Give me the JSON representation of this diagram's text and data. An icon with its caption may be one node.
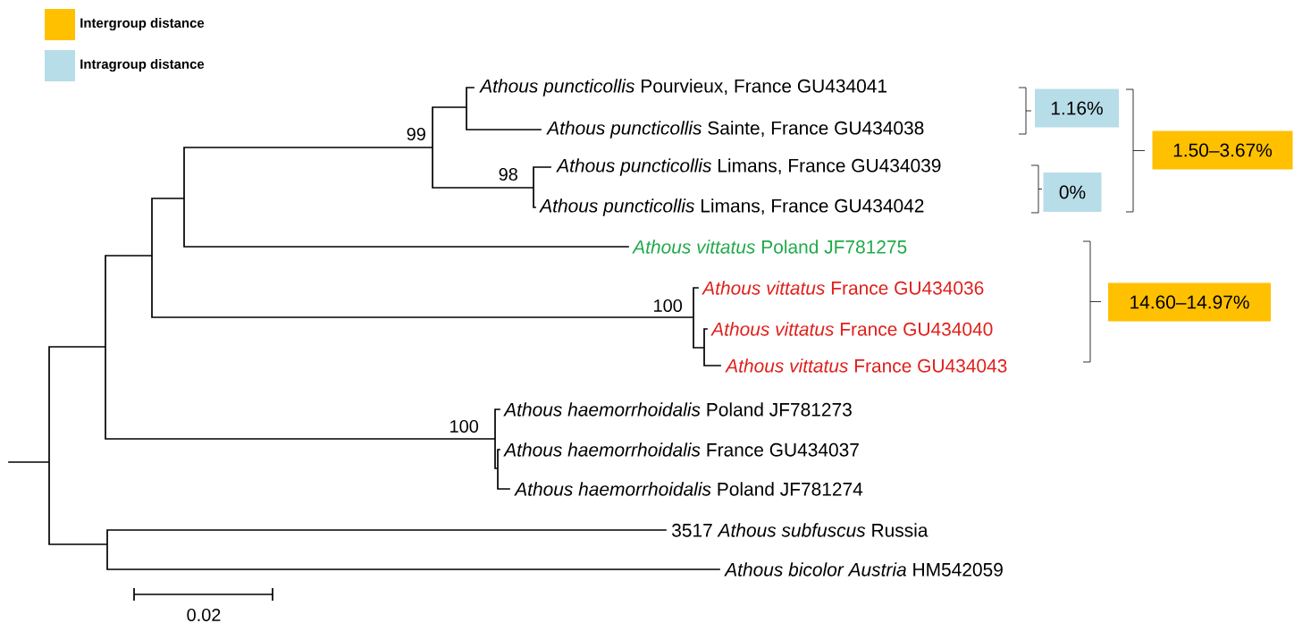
{
  "diagram": {
    "nodes": [
      {
        "text": [
          "*Athous puncticollis* Pourvieux, France GU434041"
        ]
      },
      {
        "text": [
          "*Athous puncticollis* Sainte, France GU434038"
        ]
      },
      {
        "text": [
          "*Athous puncticollis* Limans, France GU434039"
        ]
      },
      {
        "text": [
          "*Athous puncticollis* Limans, France GU434042"
        ]
      },
      {
        "text": [
          "*Athous vittatus* Poland JF781275"
        ]
      },
      {
        "text": [
          "*Athous vittatus* France GU434036"
        ]
      },
      {
        "text": [
          "*Athous vittatus* France GU434040"
        ]
      },
      {
        "text": [
          "*Athous vittatus* France GU434043"
        ]
      },
      {
        "text": [
          "*Athous haemorrhoidalis* Poland JF781273"
        ]
      },
      {
        "text": [
          "*Athous haemorrhoidalis* France GU434037"
        ]
      },
      {
        "text": [
          "*Athous haemorrhoidalis* Poland JF781274"
        ]
      },
      {
        "text": [
          "3517 *Athous subfuscus* Russia"
        ]
      },
      {
        "text": [
          "*Athous bicolor Austria* HM542059"
        ]
      },
      {
        "text": [
          "1.16%"
        ]
      },
      {
        "text": [
          "0%"
        ]
      },
      {
        "text": [
          "1.50–3.67%"
        ]
      },
      {
        "text": [
          "14.60–14.97%"
        ]
      }
    ],
    "labels": [
      "99",
      "98",
      "100",
      "100",
      "0.02"
    ],
    "legend": [
      {
        "text": "Intergroup distance",
        "color": "#ffc000"
      },
      {
        "text": "Intragroup distance",
        "color": "#b7dde8"
      }
    ]
  }
}
